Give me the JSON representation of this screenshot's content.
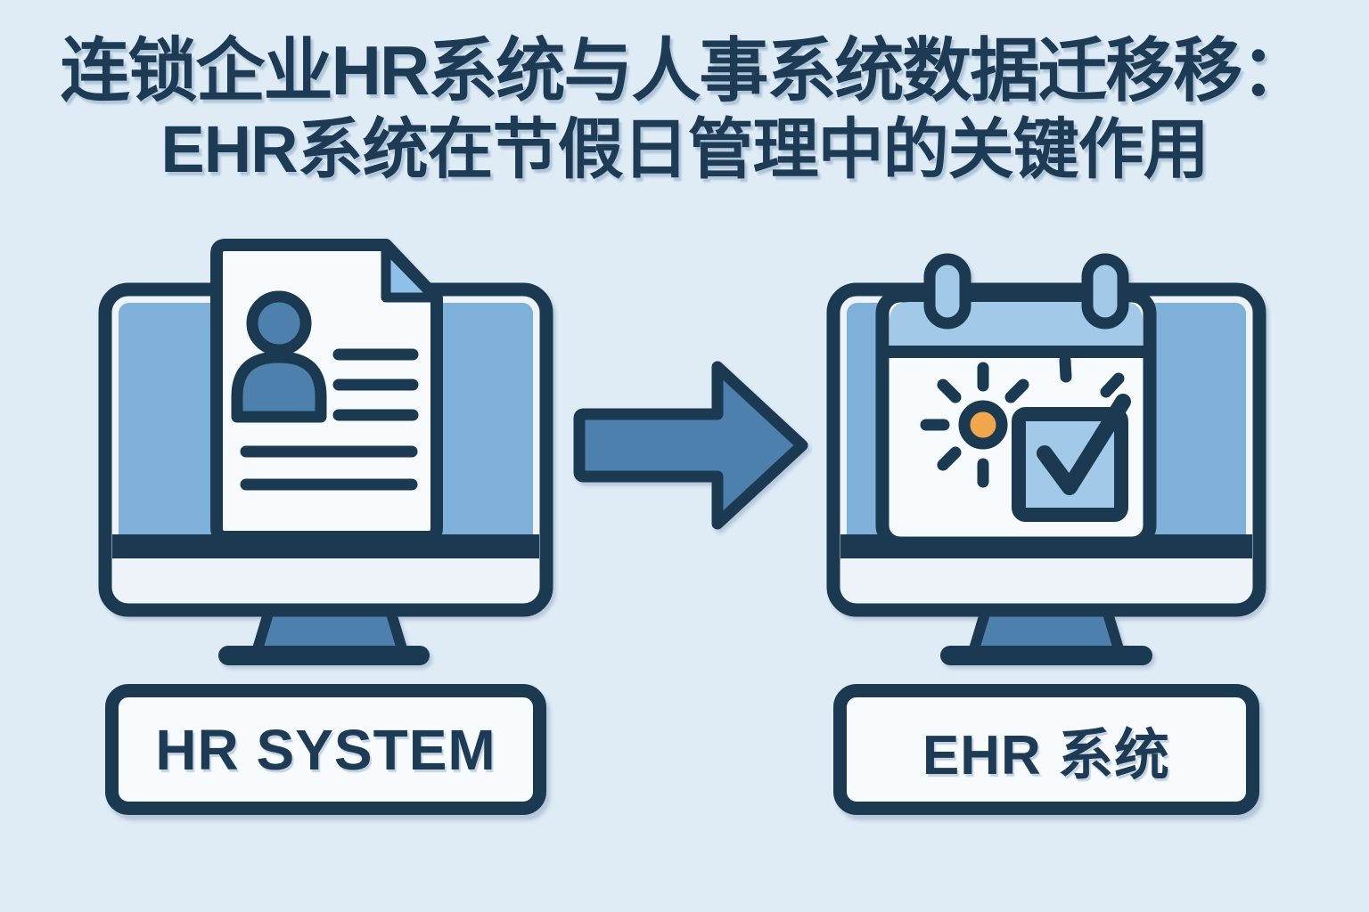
{
  "page": {
    "type": "infographic-diagram",
    "background": "#dfecf6"
  },
  "title": {
    "line1": "连锁企业HR系统与人事系统数据迁移移：",
    "line2": "EHR系统在节假日管理中的关键作用",
    "color": "#1d3b55"
  },
  "left_group": {
    "label": "HR SYSTEM",
    "icons": [
      {
        "name": "monitor-icon",
        "shape": "rounded-rect monitor with stand"
      },
      {
        "name": "document-icon",
        "shape": "page with folded corner"
      },
      {
        "name": "person-icon",
        "shape": "head circle + shoulders"
      },
      {
        "name": "text-line-icon",
        "shape": "rounded horizontal bars"
      }
    ],
    "document_lines": {
      "short_lines": 3,
      "long_lines": 2
    }
  },
  "flow": {
    "icon": "arrow-right-icon",
    "direction": "left-to-right"
  },
  "right_group": {
    "label": "EHR 系统",
    "icons": [
      {
        "name": "monitor-icon",
        "shape": "rounded-rect monitor with stand"
      },
      {
        "name": "calendar-icon",
        "shape": "calendar page with header band"
      },
      {
        "name": "calendar-rings-icon",
        "shape": "two binder ring pills"
      },
      {
        "name": "sun-icon",
        "shape": "orange circle with rays"
      },
      {
        "name": "checkbox-checked-icon",
        "shape": "square with overflowing checkmark"
      },
      {
        "name": "sparkle-dash-icon",
        "shape": "two accent dashes"
      }
    ]
  },
  "colors": {
    "background": "#dfecf6",
    "outline_navy": "#1b3a52",
    "screen_blue": "#7fb0da",
    "mid_blue": "#4d80ad",
    "light_blue": "#a3c9e9",
    "paper_white": "#f8fbfd",
    "fold_blue": "#8fc0e8",
    "bezel_white": "#edf3f9",
    "sun_orange": "#f0a64c",
    "text_navy": "#1d3b55"
  }
}
